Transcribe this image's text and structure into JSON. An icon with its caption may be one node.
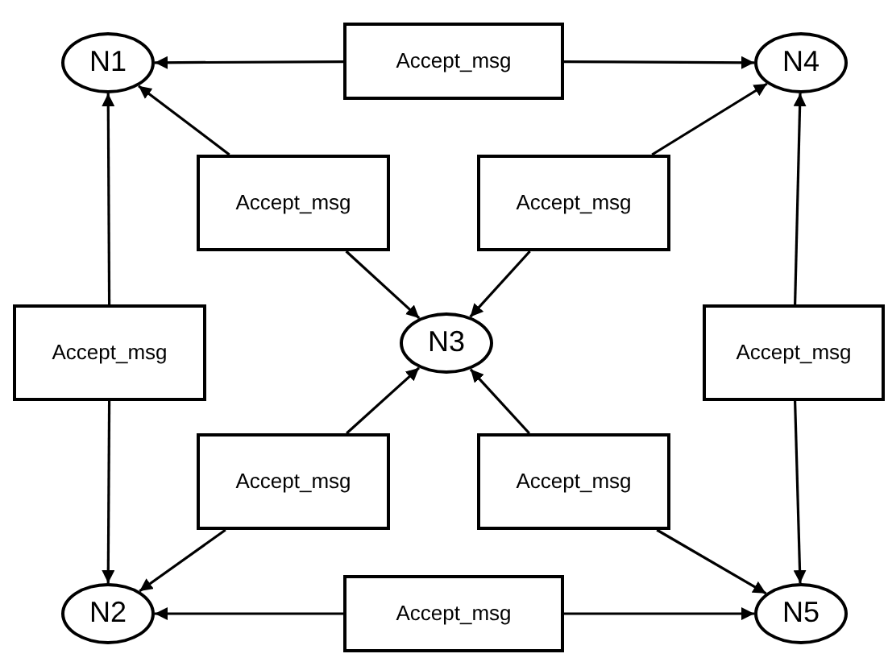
{
  "diagram": {
    "nodes": [
      {
        "text": [
          "N1"
        ]
      },
      {
        "text": [
          "Accept_msg"
        ]
      },
      {
        "text": [
          "N4"
        ]
      },
      {
        "text": [
          "Accept_msg"
        ]
      },
      {
        "text": [
          "Accept_msg"
        ]
      },
      {
        "text": [
          "Accept_msg"
        ]
      },
      {
        "text": [
          "N3"
        ]
      },
      {
        "text": [
          "Accept_msg"
        ]
      },
      {
        "text": [
          "Accept_msg"
        ]
      },
      {
        "text": [
          "Accept_msg"
        ]
      },
      {
        "text": [
          "N2"
        ]
      },
      {
        "text": [
          "Accept_msg"
        ]
      },
      {
        "text": [
          "N5"
        ]
      }
    ],
    "edges": [
      {
        "from": 1,
        "to": 0,
        "arrow": "to"
      },
      {
        "from": 1,
        "to": 2,
        "arrow": "to"
      },
      {
        "from": 3,
        "to": 0,
        "arrow": "to"
      },
      {
        "from": 3,
        "to": 6,
        "arrow": "to"
      },
      {
        "from": 4,
        "to": 2,
        "arrow": "to"
      },
      {
        "from": 4,
        "to": 6,
        "arrow": "to"
      },
      {
        "from": 5,
        "to": 0,
        "arrow": "to"
      },
      {
        "from": 5,
        "to": 10,
        "arrow": "to"
      },
      {
        "from": 7,
        "to": 2,
        "arrow": "to"
      },
      {
        "from": 7,
        "to": 12,
        "arrow": "to"
      },
      {
        "from": 8,
        "to": 6,
        "arrow": "to"
      },
      {
        "from": 8,
        "to": 10,
        "arrow": "to"
      },
      {
        "from": 9,
        "to": 6,
        "arrow": "to"
      },
      {
        "from": 9,
        "to": 12,
        "arrow": "to"
      },
      {
        "from": 11,
        "to": 10,
        "arrow": "to"
      },
      {
        "from": 11,
        "to": 12,
        "arrow": "to"
      }
    ]
  }
}
